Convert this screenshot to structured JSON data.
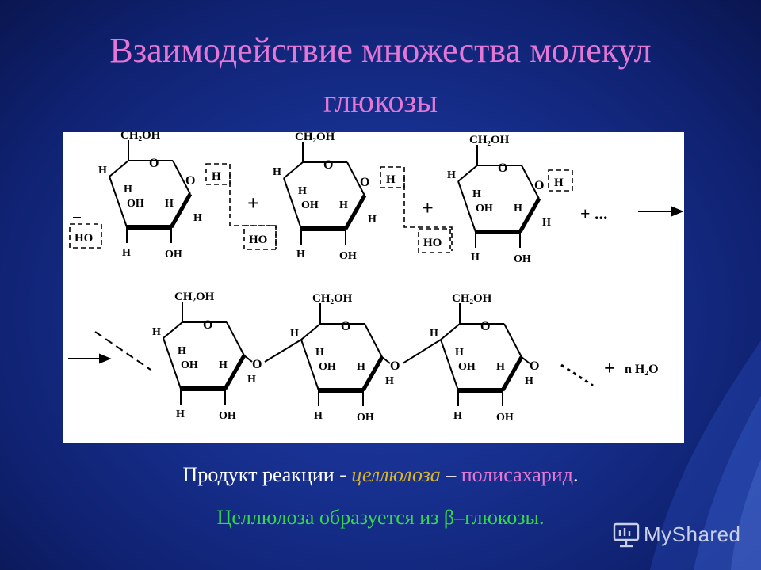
{
  "colors": {
    "background": "#17308f",
    "title": "#e477d6",
    "body_text": "#ffffff",
    "cellulose_term": "#d7b42a",
    "polysaccharide_term": "#e477d6",
    "beta_line": "#33d94a",
    "watermark": "#c8cfe6"
  },
  "slide": {
    "title_line1": "Взаимодействие множества молекул",
    "title_line2": "глюкозы",
    "product_prefix": "Продукт реакции - ",
    "product_term": "целлюлоза",
    "product_dash": " – ",
    "product_class": "полисахарид",
    "product_end": ".",
    "formation_line": "Целлюлоза образуется из β–глюкозы."
  },
  "diagram": {
    "labels": {
      "ch2oh": "CH₂OH",
      "oh": "OH",
      "h": "H",
      "ho": "HO",
      "o": "O",
      "plus": "+",
      "dots": "+ ...",
      "water": "n H₂O"
    }
  },
  "watermark": {
    "icon": "presentation-board-icon",
    "text": "MyShared"
  }
}
